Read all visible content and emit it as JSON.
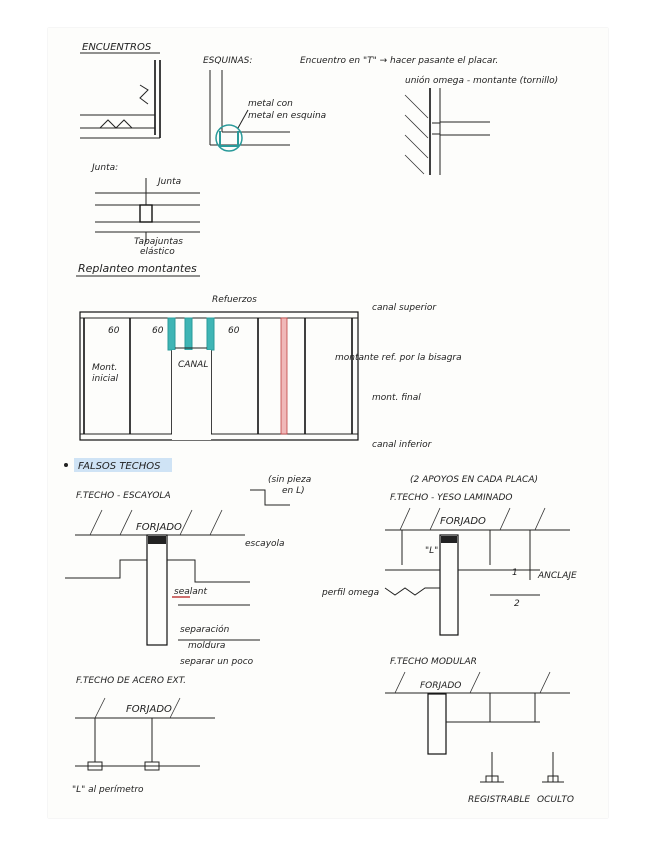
{
  "encuentros": {
    "title": "ENCUENTROS",
    "esquinas": "ESQUINAS:",
    "metal_1": "metal con",
    "metal_2": "metal en esquina",
    "encuentro_t_1": "Encuentro en \"T\" → hacer pasante el placar.",
    "encuentro_t_2": "unión omega - montante (tornillo)",
    "junta": "Junta:",
    "junta_label": "Junta",
    "elastico_1": "Tapajuntas",
    "elastico_2": "elástico"
  },
  "replanteo": {
    "title": "Replanteo montantes",
    "refuerzos": "Refuerzos",
    "canal_superior": "canal superior",
    "canal_inferior": "canal inferior",
    "canal": "CANAL",
    "mont_inicial_1": "Mont.",
    "mont_inicial_2": "inicial",
    "mont_final": "mont. final",
    "montante_ref": "montante ref. por la bisagra",
    "dims": [
      "60",
      "60",
      "60"
    ]
  },
  "falsos_techos": {
    "title": "FALSOS TECHOS",
    "escayola": {
      "title": "F.TECHO - ESCAYOLA",
      "forjado": "FORJADO",
      "escayola_label": "escayola",
      "sin_pieza_1": "(sin pieza",
      "sin_pieza_2": "en L)",
      "sealant": "sealant",
      "separacion": "separación",
      "moldura": "moldura",
      "separar": "separar un poco"
    },
    "yeso": {
      "title": "F.TECHO - YESO LAMINADO",
      "note": "(2 APOYOS EN CADA PLACA)",
      "forjado": "FORJADO",
      "l": "\"L\"",
      "anclaje": "ANCLAJE",
      "perfil_omega": "perfil omega",
      "num1": "1",
      "num2": "2"
    },
    "acero": {
      "title": "F.TECHO DE ACERO EXT.",
      "forjado": "FORJADO",
      "l_perimetro": "\"L\" al perímetro"
    },
    "modular": {
      "title": "F.TECHO MODULAR",
      "forjado": "FORJADO",
      "registrable": "REGISTRABLE",
      "oculto": "OCULTO"
    }
  }
}
